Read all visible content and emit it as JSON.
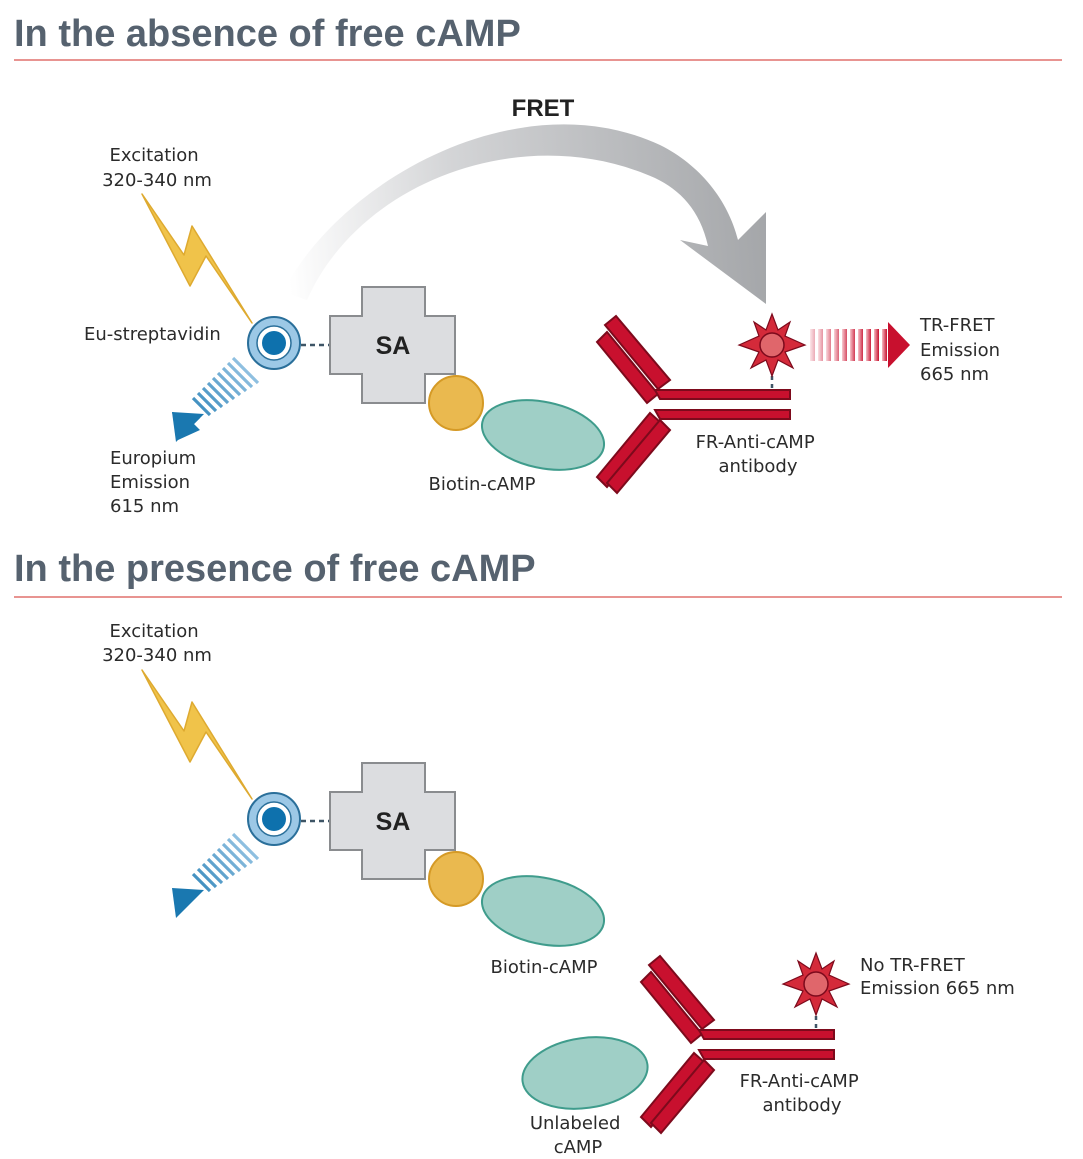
{
  "sections": {
    "absent": {
      "title": "In the absence of free cAMP",
      "fret": "FRET",
      "excitation": [
        "Excitation",
        "320-340 nm"
      ],
      "eu_streptavidin": "Eu-streptavidin",
      "sa": "SA",
      "europium_emission": [
        "Europium",
        "Emission",
        "615 nm"
      ],
      "biotin_camp": "Biotin-cAMP",
      "antibody": [
        "FR-Anti-cAMP",
        "antibody"
      ],
      "tr_fret_emission": [
        "TR-FRET",
        "Emission",
        "665 nm"
      ]
    },
    "present": {
      "title": "In the presence of free cAMP",
      "excitation": [
        "Excitation",
        "320-340 nm"
      ],
      "sa": "SA",
      "biotin_camp": "Biotin-cAMP",
      "no_tr_fret": [
        "No TR-FRET",
        "Emission 665 nm"
      ],
      "antibody": [
        "FR-Anti-cAMP",
        "antibody"
      ],
      "unlabeled_camp": [
        "Unlabeled",
        "cAMP"
      ]
    }
  },
  "colors": {
    "heading": "#56626f",
    "rule": "#d9534f",
    "antibody_red": "#c8102e",
    "camp_teal": "#9fcfc6",
    "biotin_yellow": "#eab94f",
    "europium_blue": "#1a78b0",
    "sa_gray": "#dcdde0",
    "lightning": "#f0c34a"
  }
}
